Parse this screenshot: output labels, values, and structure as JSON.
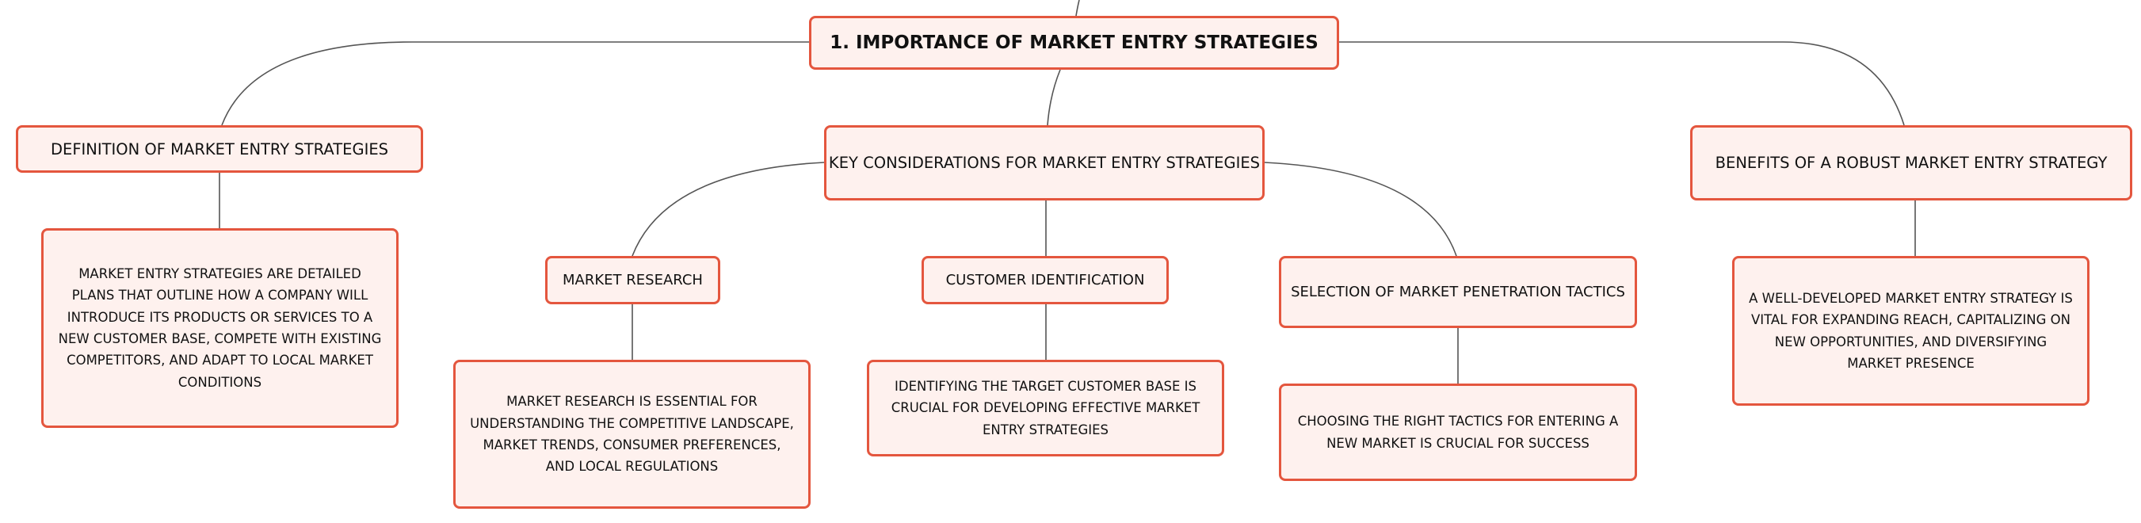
{
  "diagram": {
    "root": {
      "label": "1. IMPORTANCE OF MARKET ENTRY STRATEGIES"
    },
    "definition": {
      "label": "DEFINITION OF MARKET ENTRY STRATEGIES",
      "detail": "MARKET ENTRY STRATEGIES ARE DETAILED PLANS THAT OUTLINE HOW A COMPANY WILL INTRODUCE ITS PRODUCTS OR SERVICES TO A NEW CUSTOMER BASE, COMPETE WITH EXISTING COMPETITORS, AND ADAPT TO LOCAL MARKET CONDITIONS"
    },
    "considerations": {
      "label": "KEY CONSIDERATIONS FOR MARKET ENTRY STRATEGIES",
      "children": [
        {
          "label": "MARKET RESEARCH",
          "detail": "MARKET RESEARCH IS ESSENTIAL FOR UNDERSTANDING THE COMPETITIVE LANDSCAPE, MARKET TRENDS, CONSUMER PREFERENCES, AND LOCAL REGULATIONS"
        },
        {
          "label": "CUSTOMER IDENTIFICATION",
          "detail": "IDENTIFYING THE TARGET CUSTOMER BASE IS CRUCIAL FOR DEVELOPING EFFECTIVE MARKET ENTRY STRATEGIES"
        },
        {
          "label": "SELECTION OF MARKET PENETRATION TACTICS",
          "detail": "CHOOSING THE RIGHT TACTICS FOR ENTERING A NEW MARKET IS CRUCIAL FOR SUCCESS"
        }
      ]
    },
    "benefits": {
      "label": "BENEFITS OF A ROBUST MARKET ENTRY STRATEGY",
      "detail": "A WELL-DEVELOPED MARKET ENTRY STRATEGY IS VITAL FOR EXPANDING REACH, CAPITALIZING ON NEW OPPORTUNITIES, AND DIVERSIFYING MARKET PRESENCE"
    }
  },
  "colors": {
    "node_fill": "#fef1ee",
    "node_border": "#e4563e",
    "connector": "#555555"
  }
}
